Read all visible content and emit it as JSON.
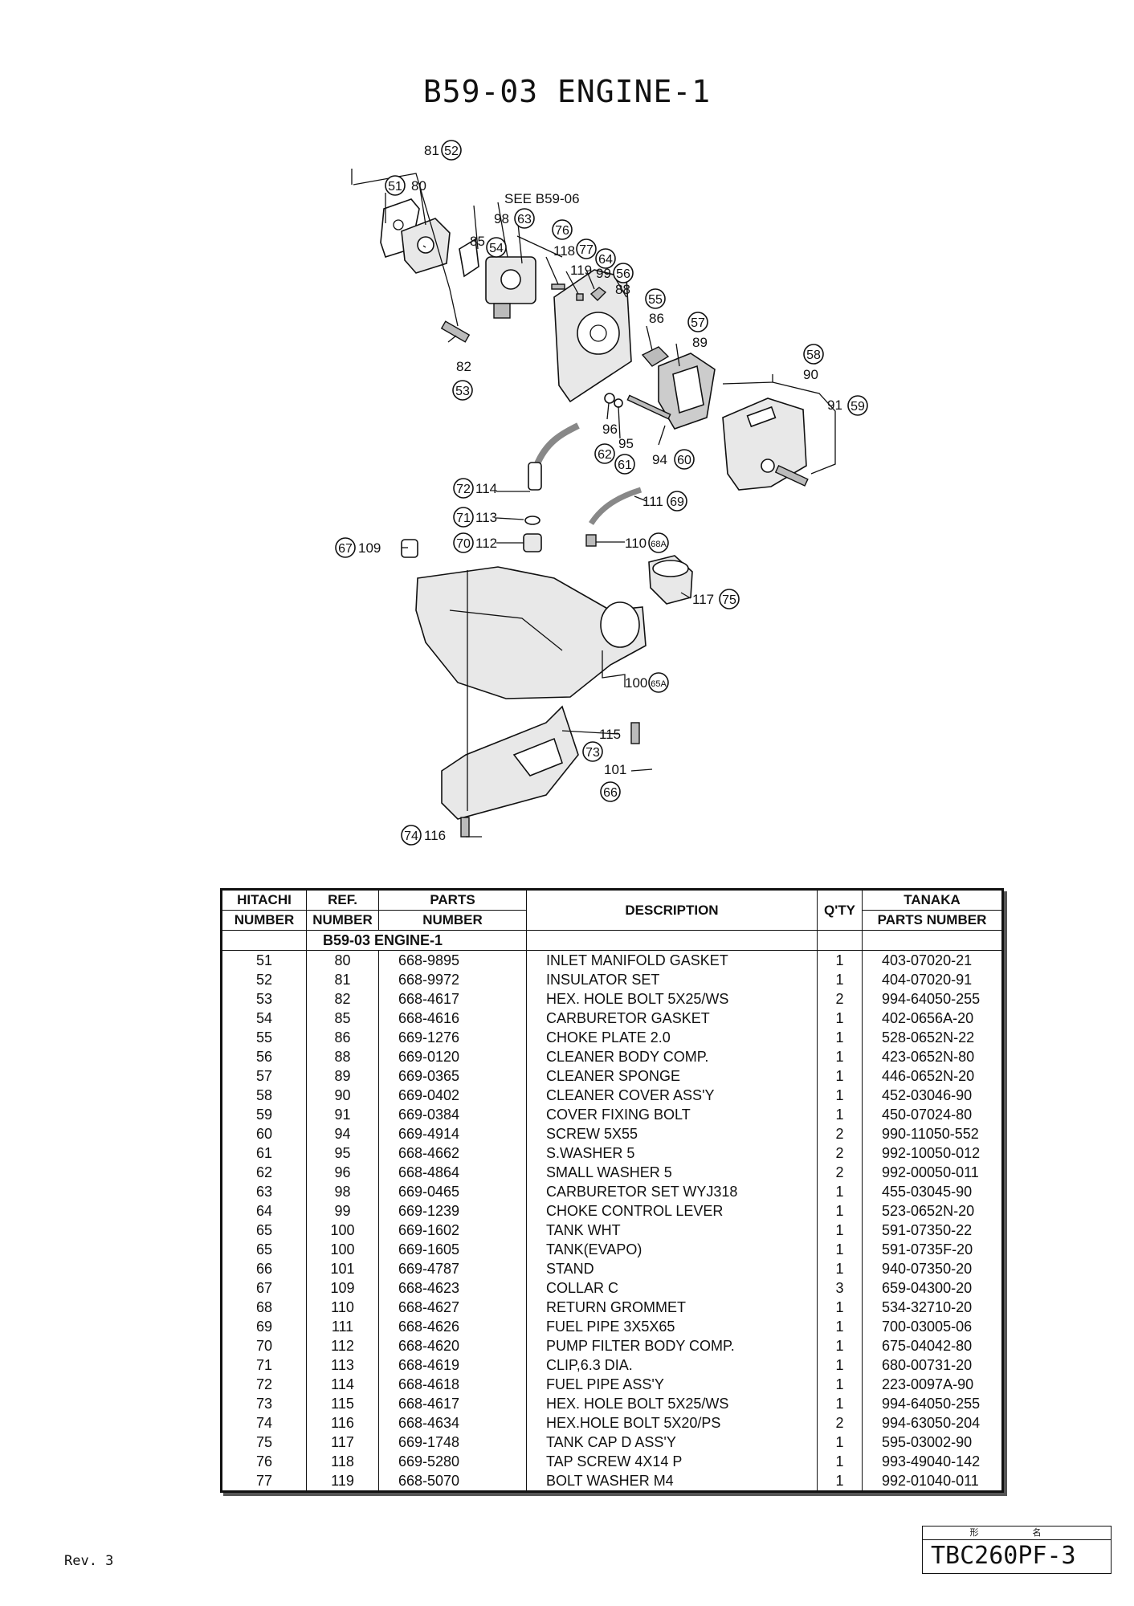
{
  "page": {
    "title": "B59-03 ENGINE-1",
    "revision": "Rev. 3",
    "model_label": "形　名",
    "model": "TBC260PF-3"
  },
  "diagram": {
    "see_note": "SEE B59-06",
    "labels": {
      "l81": "81",
      "l52": "52",
      "l51": "51",
      "l80": "80",
      "l98": "98",
      "l63": "63",
      "l76": "76",
      "l85": "85",
      "l54": "54",
      "l118": "118",
      "l77": "77",
      "l64": "64",
      "l119": "119",
      "l99": "99",
      "l56": "56",
      "l88": "88",
      "l55": "55",
      "l86": "86",
      "l57": "57",
      "l89": "89",
      "l58": "58",
      "l90": "90",
      "l91": "91",
      "l59": "59",
      "l82": "82",
      "l53": "53",
      "l96": "96",
      "l95": "95",
      "l62": "62",
      "l61": "61",
      "l94": "94",
      "l60": "60",
      "l72": "72",
      "l114": "114",
      "l111": "111",
      "l69": "69",
      "l71": "71",
      "l113": "113",
      "l70": "70",
      "l112": "112",
      "l110": "110",
      "l68a": "68A",
      "l67": "67",
      "l109": "109",
      "l117": "117",
      "l75": "75",
      "l100": "100",
      "l65a": "65A",
      "l115": "115",
      "l73": "73",
      "l101": "101",
      "l66": "66",
      "l74": "74",
      "l116": "116"
    }
  },
  "table": {
    "headers": {
      "hitachi_1": "HITACHI",
      "hitachi_2": "NUMBER",
      "ref_1": "REF.",
      "ref_2": "NUMBER",
      "parts_1": "PARTS",
      "parts_2": "NUMBER",
      "description": "DESCRIPTION",
      "qty": "Q'TY",
      "tanaka_1": "TANAKA",
      "tanaka_2": "PARTS NUMBER"
    },
    "section_label": "B59-03  ENGINE-1",
    "rows": [
      {
        "hitachi": "51",
        "ref": "80",
        "parts": "668-9895",
        "description": "INLET MANIFOLD GASKET",
        "qty": "1",
        "tanaka": "403-07020-21"
      },
      {
        "hitachi": "52",
        "ref": "81",
        "parts": "668-9972",
        "description": "INSULATOR SET",
        "qty": "1",
        "tanaka": "404-07020-91"
      },
      {
        "hitachi": "53",
        "ref": "82",
        "parts": "668-4617",
        "description": "HEX. HOLE BOLT 5X25/WS",
        "qty": "2",
        "tanaka": "994-64050-255"
      },
      {
        "hitachi": "54",
        "ref": "85",
        "parts": "668-4616",
        "description": "CARBURETOR GASKET",
        "qty": "1",
        "tanaka": "402-0656A-20"
      },
      {
        "hitachi": "55",
        "ref": "86",
        "parts": "669-1276",
        "description": "CHOKE PLATE 2.0",
        "qty": "1",
        "tanaka": "528-0652N-22"
      },
      {
        "hitachi": "56",
        "ref": "88",
        "parts": "669-0120",
        "description": "CLEANER BODY COMP.",
        "qty": "1",
        "tanaka": "423-0652N-80"
      },
      {
        "hitachi": "57",
        "ref": "89",
        "parts": "669-0365",
        "description": "CLEANER SPONGE",
        "qty": "1",
        "tanaka": "446-0652N-20"
      },
      {
        "hitachi": "58",
        "ref": "90",
        "parts": "669-0402",
        "description": "CLEANER COVER ASS'Y",
        "qty": "1",
        "tanaka": "452-03046-90"
      },
      {
        "hitachi": "59",
        "ref": "91",
        "parts": "669-0384",
        "description": "COVER FIXING BOLT",
        "qty": "1",
        "tanaka": "450-07024-80"
      },
      {
        "hitachi": "60",
        "ref": "94",
        "parts": "669-4914",
        "description": "SCREW 5X55",
        "qty": "2",
        "tanaka": "990-11050-552"
      },
      {
        "hitachi": "61",
        "ref": "95",
        "parts": "668-4662",
        "description": "S.WASHER 5",
        "qty": "2",
        "tanaka": "992-10050-012"
      },
      {
        "hitachi": "62",
        "ref": "96",
        "parts": "668-4864",
        "description": "SMALL WASHER 5",
        "qty": "2",
        "tanaka": "992-00050-011"
      },
      {
        "hitachi": "63",
        "ref": "98",
        "parts": "669-0465",
        "description": "CARBURETOR SET WYJ318",
        "qty": "1",
        "tanaka": "455-03045-90"
      },
      {
        "hitachi": "64",
        "ref": "99",
        "parts": "669-1239",
        "description": "CHOKE CONTROL LEVER",
        "qty": "1",
        "tanaka": "523-0652N-20"
      },
      {
        "hitachi": "65",
        "ref": "100",
        "parts": "669-1602",
        "description": "TANK WHT",
        "qty": "1",
        "tanaka": "591-07350-22"
      },
      {
        "hitachi": "65",
        "ref": "100",
        "parts": "669-1605",
        "description": "TANK(EVAPO)",
        "qty": "1",
        "tanaka": "591-0735F-20"
      },
      {
        "hitachi": "66",
        "ref": "101",
        "parts": "669-4787",
        "description": "STAND",
        "qty": "1",
        "tanaka": "940-07350-20"
      },
      {
        "hitachi": "67",
        "ref": "109",
        "parts": "668-4623",
        "description": "COLLAR C",
        "qty": "3",
        "tanaka": "659-04300-20"
      },
      {
        "hitachi": "68",
        "ref": "110",
        "parts": "668-4627",
        "description": "RETURN GROMMET",
        "qty": "1",
        "tanaka": "534-32710-20"
      },
      {
        "hitachi": "69",
        "ref": "111",
        "parts": "668-4626",
        "description": "FUEL PIPE 3X5X65",
        "qty": "1",
        "tanaka": "700-03005-06"
      },
      {
        "hitachi": "70",
        "ref": "112",
        "parts": "668-4620",
        "description": "PUMP FILTER BODY COMP.",
        "qty": "1",
        "tanaka": "675-04042-80"
      },
      {
        "hitachi": "71",
        "ref": "113",
        "parts": "668-4619",
        "description": "CLIP,6.3 DIA.",
        "qty": "1",
        "tanaka": "680-00731-20"
      },
      {
        "hitachi": "72",
        "ref": "114",
        "parts": "668-4618",
        "description": "FUEL PIPE ASS'Y",
        "qty": "1",
        "tanaka": "223-0097A-90"
      },
      {
        "hitachi": "73",
        "ref": "115",
        "parts": "668-4617",
        "description": "HEX. HOLE BOLT 5X25/WS",
        "qty": "1",
        "tanaka": "994-64050-255"
      },
      {
        "hitachi": "74",
        "ref": "116",
        "parts": "668-4634",
        "description": "HEX.HOLE BOLT 5X20/PS",
        "qty": "2",
        "tanaka": "994-63050-204"
      },
      {
        "hitachi": "75",
        "ref": "117",
        "parts": "669-1748",
        "description": "TANK CAP D ASS'Y",
        "qty": "1",
        "tanaka": "595-03002-90"
      },
      {
        "hitachi": "76",
        "ref": "118",
        "parts": "669-5280",
        "description": "TAP SCREW 4X14 P",
        "qty": "1",
        "tanaka": "993-49040-142"
      },
      {
        "hitachi": "77",
        "ref": "119",
        "parts": "668-5070",
        "description": "BOLT WASHER M4",
        "qty": "1",
        "tanaka": "992-01040-011"
      }
    ]
  }
}
